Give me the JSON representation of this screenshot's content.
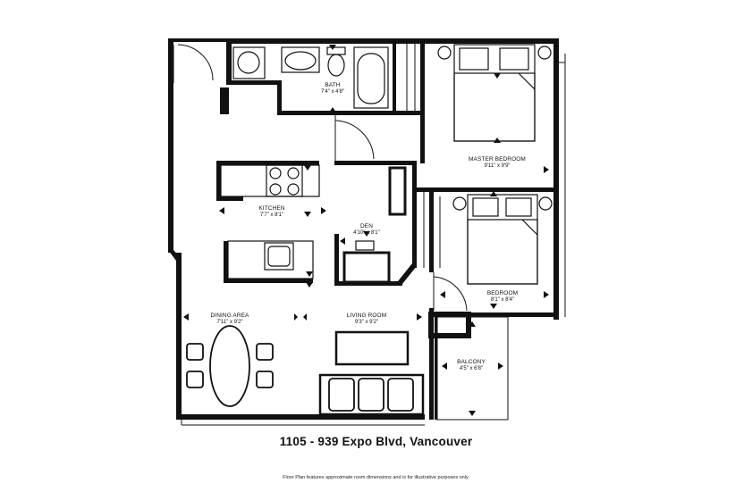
{
  "rooms": {
    "bath": {
      "name": "BATH",
      "dims": "7'4\" x 4'8\""
    },
    "master_bedroom": {
      "name": "MASTER BEDROOM",
      "dims": "9'11\" x 9'9\""
    },
    "kitchen": {
      "name": "KITCHEN",
      "dims": "7'7\" x 8'1\""
    },
    "den": {
      "name": "DEN",
      "dims": "4'10\" x 8'1\""
    },
    "bedroom": {
      "name": "BEDROOM",
      "dims": "8'1\" x 8'4\""
    },
    "dining_area": {
      "name": "DINING AREA",
      "dims": "7'11\" x 9'2\""
    },
    "living_room": {
      "name": "LIVING ROOM",
      "dims": "9'3\" x 9'2\""
    },
    "balcony": {
      "name": "BALCONY",
      "dims": "4'5\" x 6'8\""
    }
  },
  "address": "1105 - 939 Expo Blvd, Vancouver",
  "disclaimer": "Floor Plan features approximate room dimensions and is for illustrative purposes only."
}
